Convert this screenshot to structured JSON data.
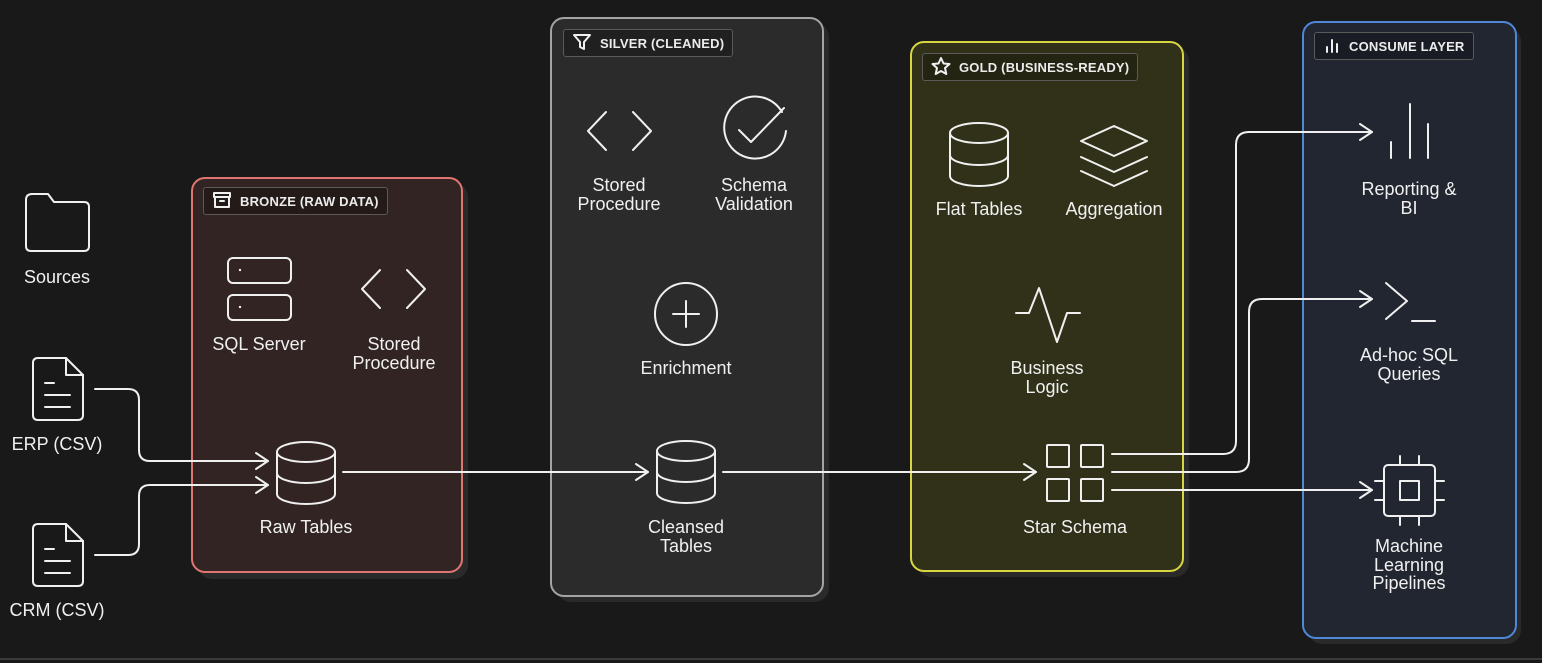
{
  "sources": {
    "title": "Sources",
    "erp": "ERP (CSV)",
    "crm": "CRM (CSV)"
  },
  "bronze": {
    "badge": "BRONZE (RAW DATA)",
    "sql_server": "SQL Server",
    "stored_procedure": "Stored\nProcedure",
    "raw_tables": "Raw Tables"
  },
  "silver": {
    "badge": "SILVER (CLEANED)",
    "stored_procedure": "Stored\nProcedure",
    "schema_validation": "Schema\nValidation",
    "enrichment": "Enrichment",
    "cleansed_tables": "Cleansed\nTables"
  },
  "gold": {
    "badge": "GOLD (BUSINESS-READY)",
    "flat_tables": "Flat Tables",
    "aggregation": "Aggregation",
    "business_logic": "Business\nLogic",
    "star_schema": "Star Schema"
  },
  "consume": {
    "badge": "CONSUME LAYER",
    "reporting": "Reporting &\nBI",
    "adhoc": "Ad-hoc SQL\nQueries",
    "ml": "Machine\nLearning\nPipelines"
  },
  "colors": {
    "background": "#191919",
    "bronze_border": "#e07670",
    "bronze_fill": "#312422",
    "silver_border": "#a4a4a4",
    "silver_fill": "#2b2b2b",
    "gold_border": "#d8d640",
    "gold_fill": "#303118",
    "consume_border": "#4f87d9",
    "consume_fill": "#222630",
    "line": "#f0f0f0"
  }
}
